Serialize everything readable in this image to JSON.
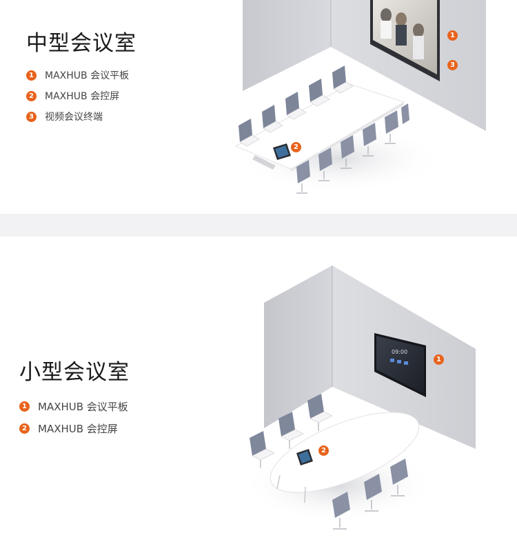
{
  "medium_room": {
    "title": "中型会议室",
    "items": [
      {
        "num": "1",
        "label": "MAXHUB 会议平板"
      },
      {
        "num": "2",
        "label": "MAXHUB 会控屏"
      },
      {
        "num": "3",
        "label": "视频会议终端"
      }
    ],
    "callouts": [
      "1",
      "3",
      "2"
    ]
  },
  "small_room": {
    "title": "小型会议室",
    "items": [
      {
        "num": "1",
        "label": "MAXHUB 会议平板"
      },
      {
        "num": "2",
        "label": "MAXHUB 会控屏"
      }
    ],
    "callouts": [
      "1",
      "2"
    ],
    "screen_time": "09:00"
  },
  "colors": {
    "accent": "#e8631c",
    "wall": "#c9cacf",
    "divider": "#f2f2f4"
  }
}
